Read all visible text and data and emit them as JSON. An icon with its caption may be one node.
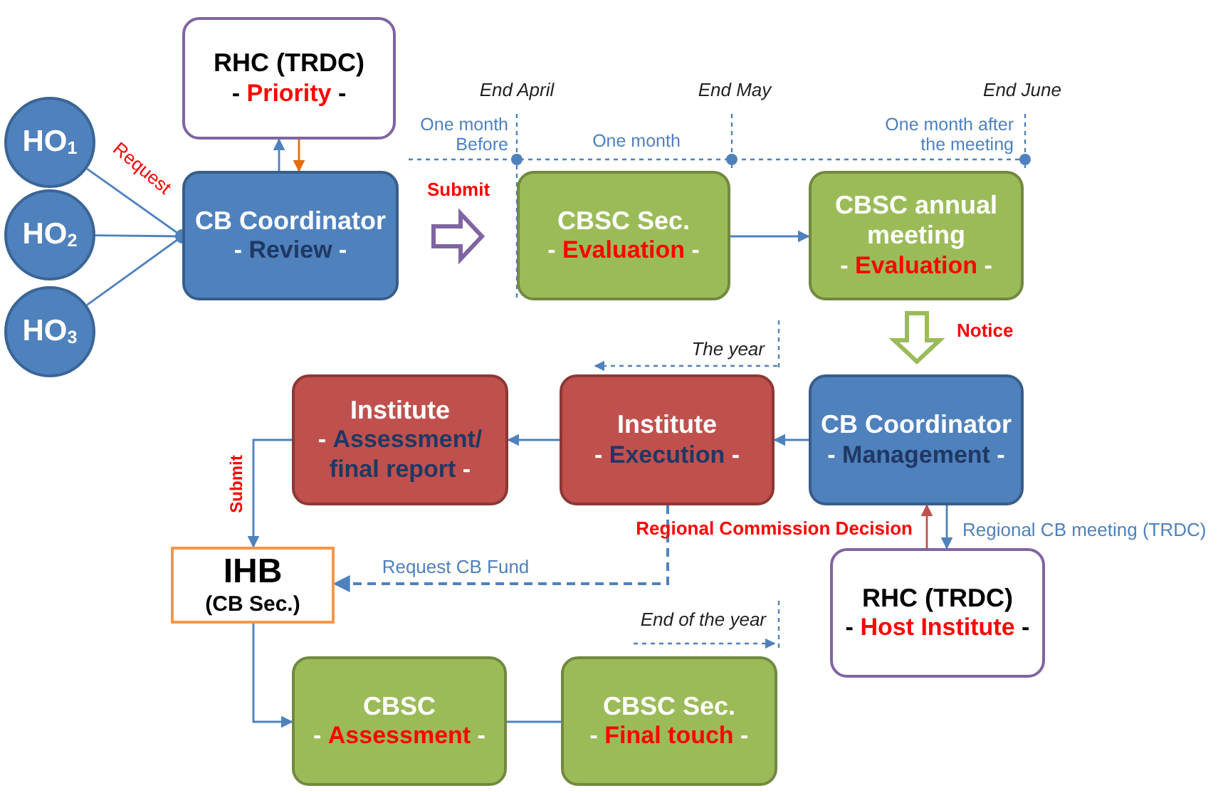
{
  "diagram": {
    "nodes": [
      {
        "text": [
          "HO$_{1}$"
        ]
      },
      {
        "text": [
          "HO$_{2}$"
        ]
      },
      {
        "text": [
          "HO$_{3}$"
        ]
      },
      {
        "text": [
          "RHC (TRDC)",
          "- **Priority** -"
        ]
      },
      {
        "text": [
          "CB Coordinator",
          "- **Review** -"
        ]
      },
      {
        "text": [
          "CBSC Sec.",
          "- **Evaluation** -"
        ]
      },
      {
        "text": [
          "CBSC annual meeting",
          "- **Evaluation** -"
        ]
      },
      {
        "text": [
          "CB Coordinator",
          "- **Management** -"
        ]
      },
      {
        "text": [
          "Institute",
          "- **Execution** -"
        ]
      },
      {
        "text": [
          "Institute",
          "- **Assessment/ final report** -"
        ]
      },
      {
        "text": [
          "RHC (TRDC)",
          "- **Host Institute** -"
        ]
      },
      {
        "text": [
          "IHB",
          "(CB Sec.)"
        ]
      },
      {
        "text": [
          "CBSC",
          "- **Assessment** -"
        ]
      },
      {
        "text": [
          "CBSC Sec.",
          "- **Final touch** -"
        ]
      }
    ],
    "edges": [
      {
        "from": 0,
        "to": 4,
        "arrow": "other",
        "label": "Request"
      },
      {
        "from": 1,
        "to": 4,
        "arrow": "other"
      },
      {
        "from": 2,
        "to": 4,
        "arrow": "other"
      },
      {
        "from": 4,
        "to": 3,
        "arrow": "to"
      },
      {
        "from": 3,
        "to": 4,
        "arrow": "to",
        "color": "#e46c0a"
      },
      {
        "from": 4,
        "to": 5,
        "arrow": "to",
        "label": "Submit",
        "style": "thick",
        "color": "#8064a2"
      },
      {
        "from": 5,
        "to": 6,
        "arrow": "to"
      },
      {
        "from": 6,
        "to": 7,
        "arrow": "to",
        "label": "Notice",
        "style": "thick",
        "color": "#9bbb59"
      },
      {
        "from": 7,
        "to": 8,
        "arrow": "to"
      },
      {
        "from": 8,
        "to": 9,
        "arrow": "to"
      },
      {
        "from": 9,
        "to": 11,
        "arrow": "to",
        "label": "Submit"
      },
      {
        "from": 8,
        "to": 11,
        "arrow": "to",
        "label": "Request CB Fund",
        "style": "dashed"
      },
      {
        "from": 7,
        "to": 10,
        "arrow": "to",
        "label": "Regional CB meeting (TRDC)"
      },
      {
        "from": 10,
        "to": 7,
        "arrow": "to",
        "label": "Regional Commission Decision",
        "color": "#c0504d"
      },
      {
        "from": 11,
        "to": 12,
        "arrow": "to"
      },
      {
        "from": 12,
        "to": 13,
        "arrow": "none"
      }
    ],
    "labels": [
      "End April",
      "End May",
      "End June",
      "One month Before",
      "One month",
      "One month after the meeting",
      "The year",
      "End of the year"
    ]
  }
}
